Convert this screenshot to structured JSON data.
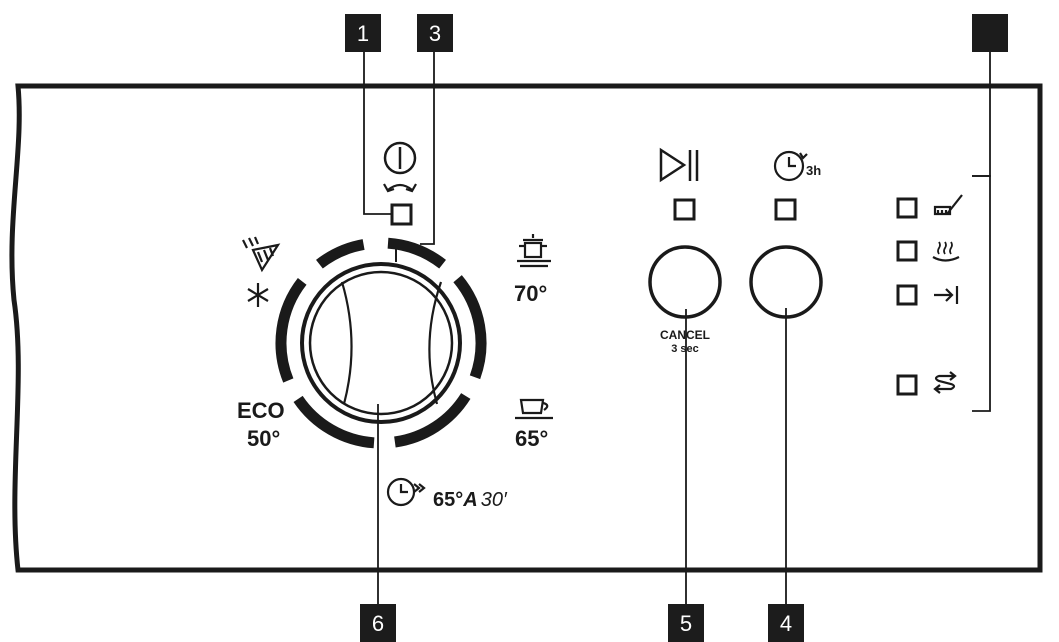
{
  "callouts": {
    "c1": "1",
    "c3": "3",
    "c4": "4",
    "c5": "5",
    "c6": "6",
    "c_blank": ""
  },
  "dial": {
    "power_icon": "power-on-off-icon",
    "top_left_icon_a": "prewash-spray-icon",
    "top_left_icon_b": "snowflake-cold-icon",
    "top_right_icon": "intensive-pot-icon",
    "top_right_temp": "70°",
    "left_prog_name": "ECO",
    "left_prog_temp": "50°",
    "right_prog_icon": "cup-plate-icon",
    "right_prog_temp": "65°",
    "bottom_prog_icon": "quick-clock-icon",
    "bottom_prog_temp": "65°",
    "bottom_prog_letter": "A",
    "bottom_prog_time": "30′"
  },
  "buttons": {
    "start_icon": "play-pause-icon",
    "cancel_label": "CANCEL",
    "cancel_hint": "3 sec",
    "delay_icon": "delay-timer-icon",
    "delay_label": "3h"
  },
  "indicators": [
    {
      "icon": "salt-brush-icon"
    },
    {
      "icon": "drying-heat-icon"
    },
    {
      "icon": "end-arrow-icon"
    },
    {
      "icon": "rinse-aid-icon"
    }
  ],
  "colors": {
    "line": "#1a1a1a",
    "callout_bg": "#1c1c1c",
    "background": "#ffffff"
  }
}
